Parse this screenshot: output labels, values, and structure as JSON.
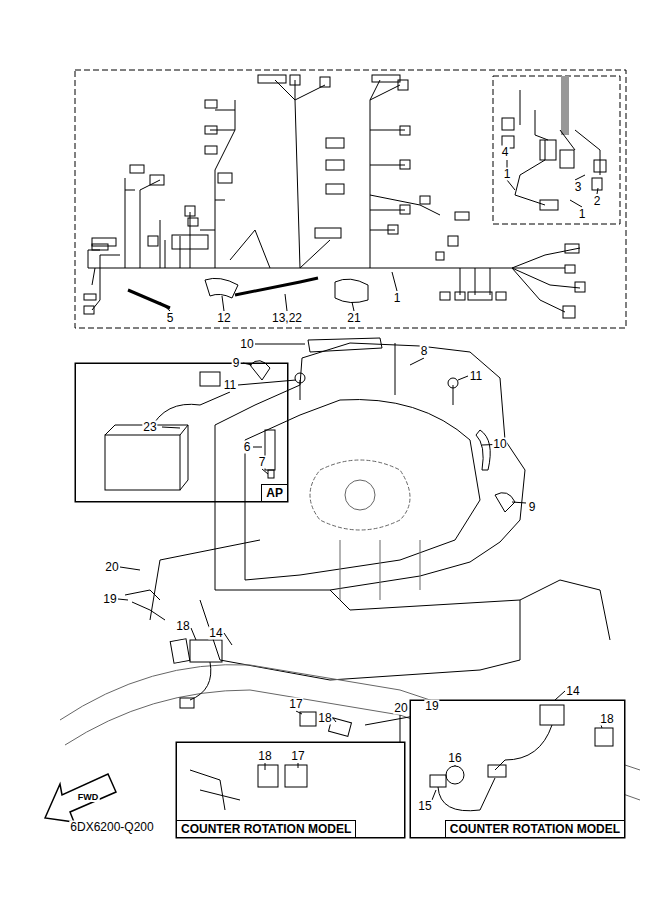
{
  "diagram": {
    "nodes": [
      {
        "text": [
          "AP"
        ]
      },
      {
        "text": [
          "COUNTER ROTATION MODEL"
        ]
      },
      {
        "text": [
          "COUNTER ROTATION MODEL"
        ]
      }
    ],
    "labels": [
      "4",
      "1",
      "3",
      "2",
      "1",
      "5",
      "12",
      "13,22",
      "21",
      "1",
      "10",
      "8",
      "9",
      "11",
      "11",
      "6",
      "7",
      "10",
      "9",
      "23",
      "20",
      "19",
      "18",
      "14",
      "17",
      "18",
      "20",
      "19",
      "18",
      "17",
      "14",
      "18",
      "16",
      "15",
      "FWD",
      "6DX6200-Q200"
    ]
  }
}
